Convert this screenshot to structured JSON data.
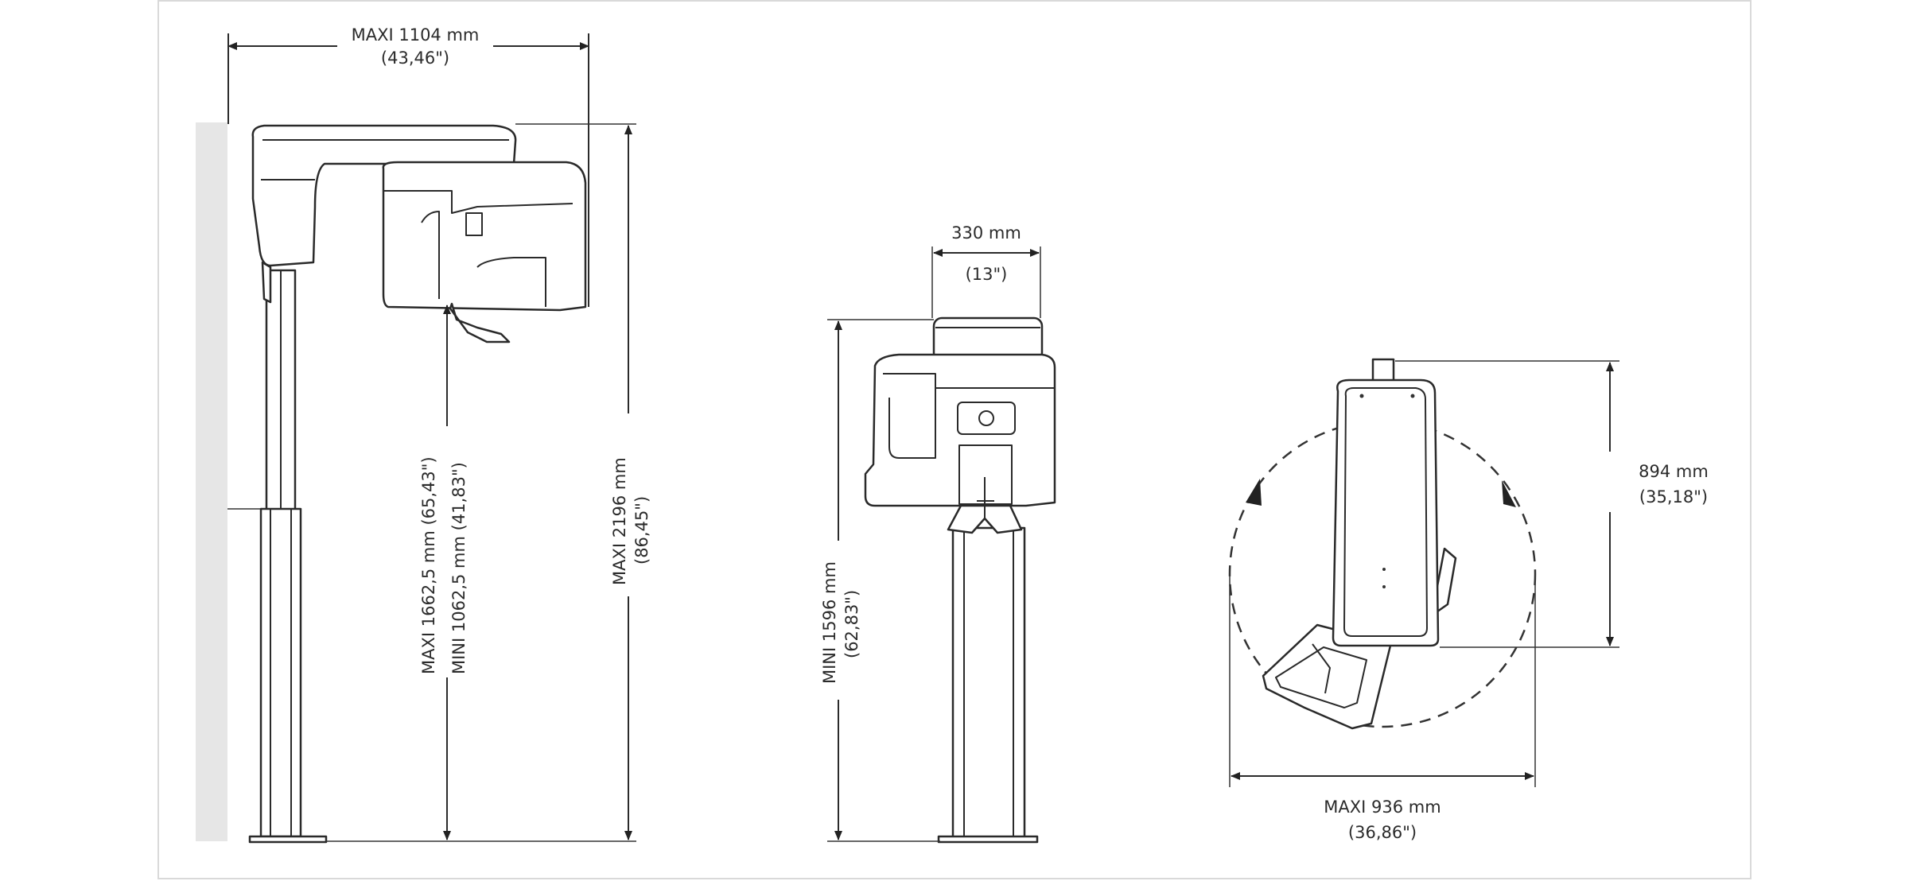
{
  "side_view": {
    "width_label": "MAXI 1104 mm",
    "width_label_in": "(43,46\")",
    "height_max_label": "MAXI 2196 mm",
    "height_max_label_in": "(86,45\")",
    "arm_max_label": "MAXI 1662,5 mm (65,43\")",
    "arm_min_label": "MINI 1062,5 mm (41,83\")"
  },
  "front_view": {
    "width_label": "330 mm",
    "width_label_in": "(13\")",
    "height_min_label": "MINI 1596 mm",
    "height_min_label_in": "(62,83\")"
  },
  "top_view": {
    "depth_label": "894 mm",
    "depth_label_in": "(35,18\")",
    "rotation_label": "MAXI 936 mm",
    "rotation_label_in": "(36,86\")"
  }
}
